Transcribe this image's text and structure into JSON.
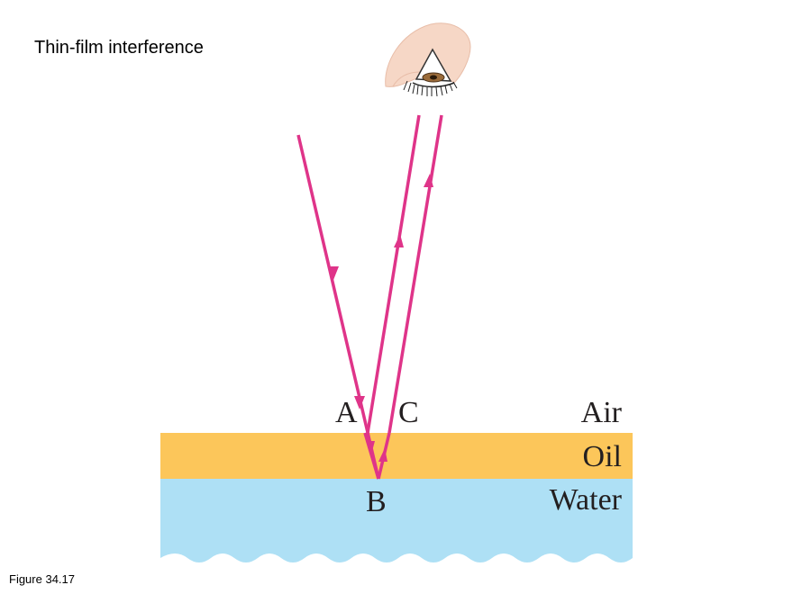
{
  "title": "Thin-film interference",
  "caption": "Figure 34.17",
  "points": {
    "a": "A",
    "b": "B",
    "c": "C"
  },
  "media": {
    "air": "Air",
    "oil": "Oil",
    "water": "Water"
  },
  "colors": {
    "ray": "#df3489",
    "oil": "#fcc65a",
    "water": "#aee0f5",
    "text": "#231f20"
  },
  "icons": {
    "viewer": "eye-icon"
  }
}
